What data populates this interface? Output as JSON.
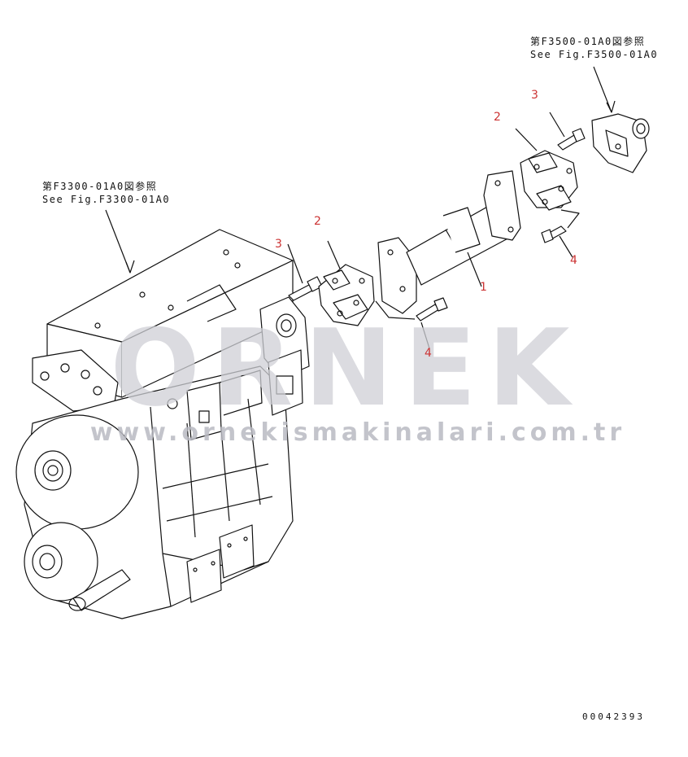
{
  "references": {
    "left": {
      "line1": "第F3300-01A0図参照",
      "line2": "See Fig.F3300-01A0"
    },
    "right": {
      "line1": "第F3500-01A0図参照",
      "line2": "See Fig.F3500-01A0"
    }
  },
  "callouts": {
    "shaft": "1",
    "spider_left": "2",
    "spider_right": "2",
    "bolt_left_top": "3",
    "bolt_right_top": "3",
    "bolt_left_bottom": "4",
    "bolt_right_bottom": "4"
  },
  "watermark": {
    "brand": "ORNEK",
    "url": "www.ornekismakinalari.com.tr"
  },
  "drawing_number": "00042393",
  "colors": {
    "line": "#111111",
    "callout": "#cc3333",
    "watermark": "#cfd0d6"
  }
}
